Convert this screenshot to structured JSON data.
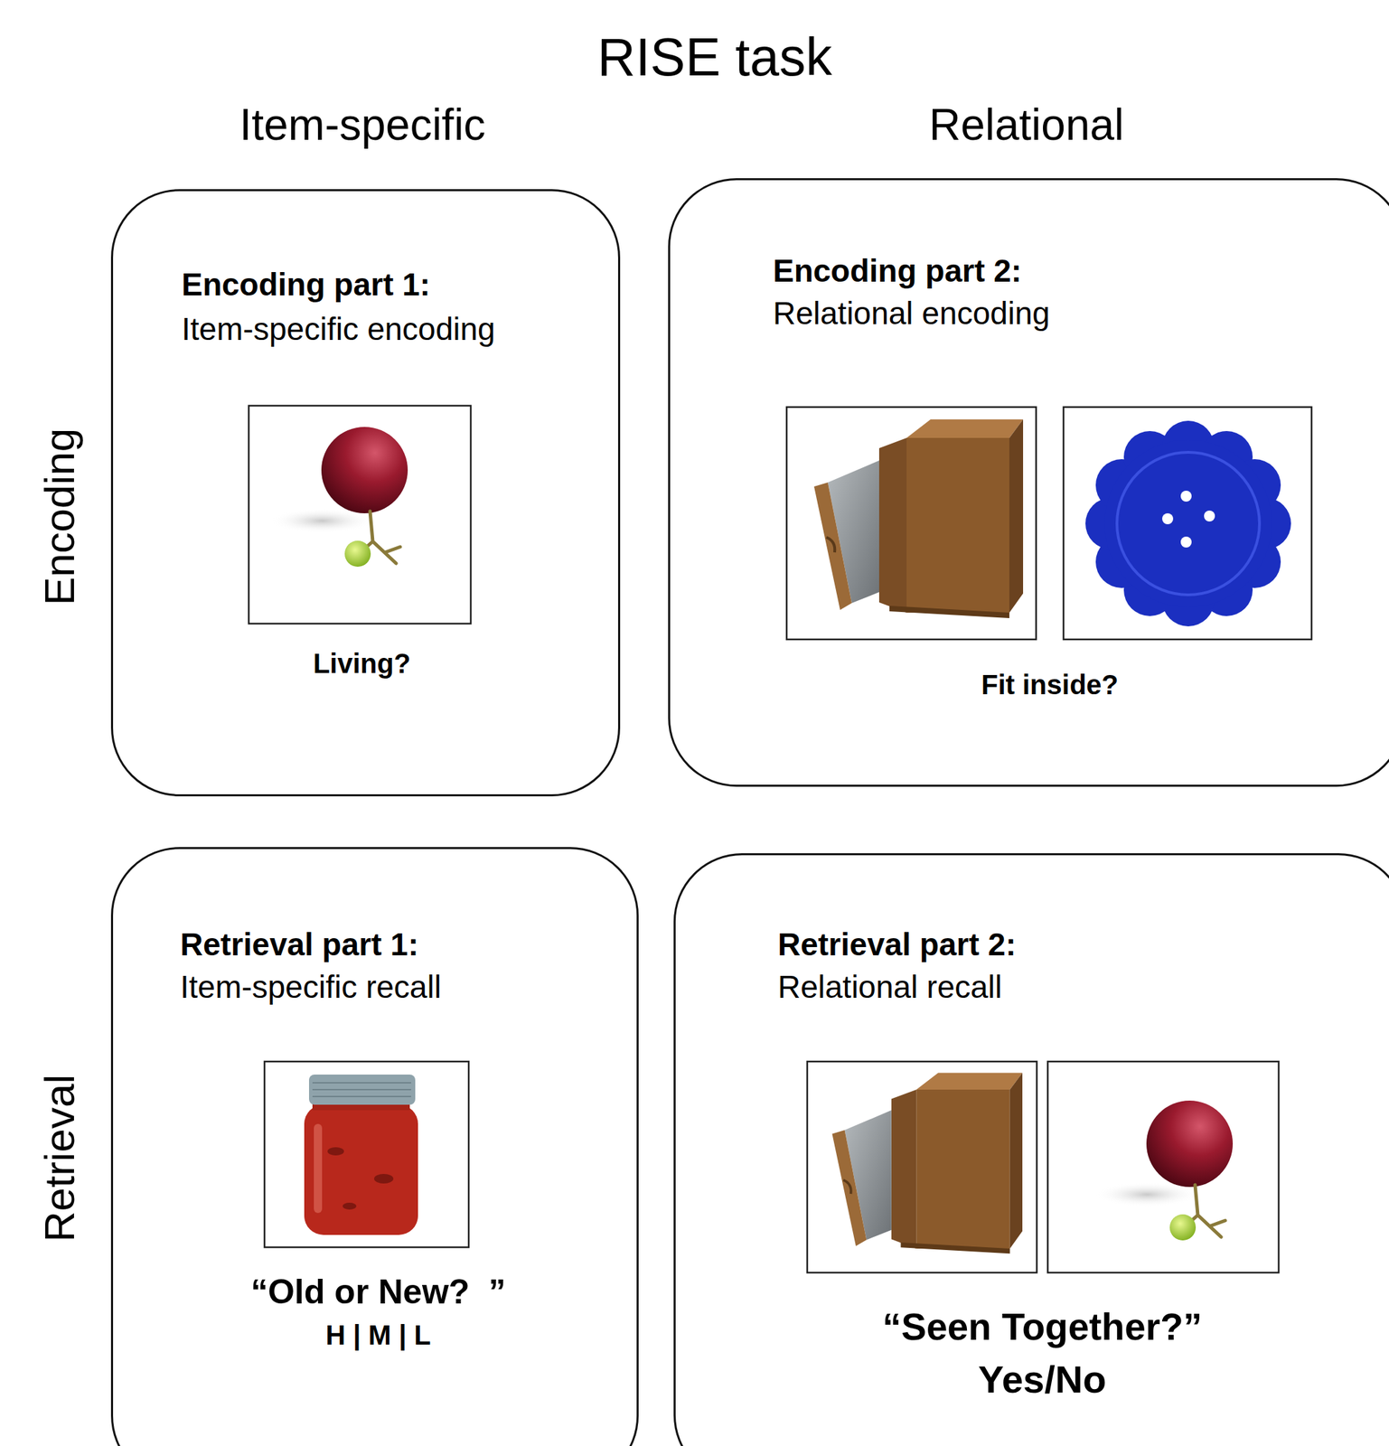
{
  "diagram": {
    "title": "RISE task",
    "nodes": [
      {
        "text": [
          "Encoding part 1:",
          "Item-specific encoding",
          "Living?"
        ]
      },
      {
        "text": [
          "Encoding part 2:",
          "Relational encoding",
          "Fit inside?"
        ]
      },
      {
        "text": [
          "Retrieval part 1:",
          "Item-specific recall",
          "“Old or New?  ”",
          "H | M | L"
        ]
      },
      {
        "text": [
          "Retrieval part 2:",
          "Relational recall",
          "“Seen Together?”",
          "Yes/No"
        ]
      }
    ],
    "labels": [
      "Item-specific",
      "Relational",
      "Encoding",
      "Retrieval"
    ]
  }
}
